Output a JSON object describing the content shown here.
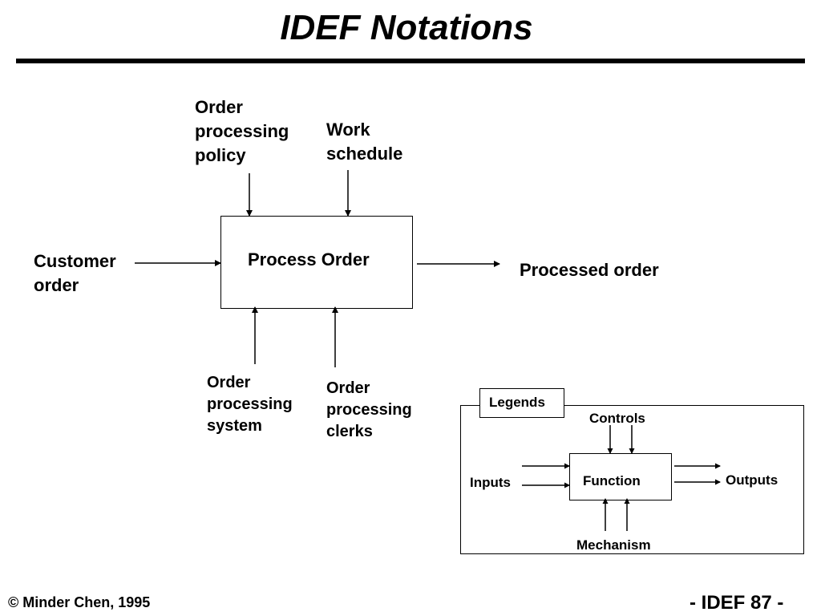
{
  "title": "IDEF Notations",
  "main": {
    "function_label": "Process Order",
    "controls": [
      [
        "Order",
        "processing",
        "policy"
      ],
      [
        "Work",
        "schedule"
      ]
    ],
    "input": [
      "Customer",
      "order"
    ],
    "output": "Processed order",
    "mechanisms": [
      [
        "Order",
        "processing",
        "system"
      ],
      [
        "Order",
        "processing",
        "clerks"
      ]
    ]
  },
  "legend": {
    "tab": "Legends",
    "controls": "Controls",
    "inputs": "Inputs",
    "function": "Function",
    "outputs": "Outputs",
    "mechanism": "Mechanism"
  },
  "footer": {
    "copyright": "© Minder Chen, 1995",
    "page": "- IDEF 87 -"
  }
}
